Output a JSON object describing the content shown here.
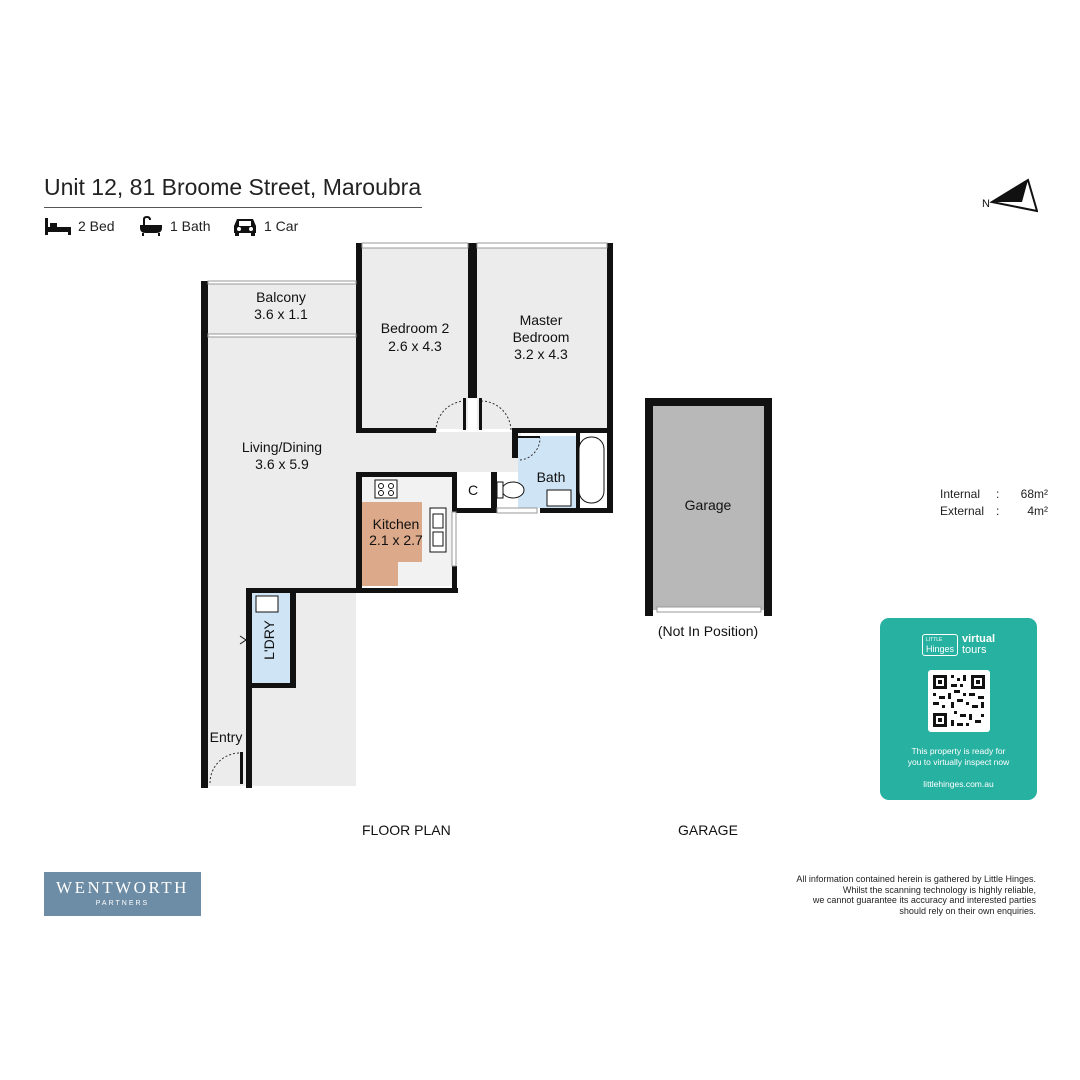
{
  "header": {
    "title": "Unit 12, 81 Broome Street, Maroubra",
    "features": [
      {
        "icon": "bed-icon",
        "label": "2 Bed"
      },
      {
        "icon": "bath-icon",
        "label": "1 Bath"
      },
      {
        "icon": "car-icon",
        "label": "1 Car"
      }
    ]
  },
  "compass": {
    "label": "N"
  },
  "rooms": {
    "balcony": {
      "name": "Balcony",
      "size": "3.6 x 1.1"
    },
    "bedroom2": {
      "name": "Bedroom 2",
      "size": "2.6 x 4.3"
    },
    "master": {
      "name1": "Master",
      "name2": "Bedroom",
      "size": "3.2 x 4.3"
    },
    "living": {
      "name": "Living/Dining",
      "size": "3.6 x 5.9"
    },
    "kitchen": {
      "name": "Kitchen",
      "size": "2.1 x 2.7"
    },
    "bath": {
      "name": "Bath"
    },
    "cupboard": {
      "name": "C"
    },
    "laundry": {
      "name": "L'DRY"
    },
    "entry": {
      "name": "Entry"
    },
    "garage": {
      "name": "Garage",
      "note": "(Not In Position)"
    }
  },
  "areas": [
    {
      "label": "Internal",
      "value": "68m²"
    },
    {
      "label": "External",
      "value": "4m²"
    }
  ],
  "captions": {
    "floor_plan": "FLOOR PLAN",
    "garage": "GARAGE"
  },
  "logo": {
    "name": "WENTWORTH",
    "sub": "PARTNERS"
  },
  "disclaimer": [
    "All information contained herein is gathered by Little Hinges.",
    "Whilst the scanning technology is highly reliable,",
    "we cannot guarantee its accuracy and interested parties",
    "should rely on their own enquiries."
  ],
  "virtual_tour": {
    "brand_small": "LITTLE",
    "brand": "Hinges",
    "product1": "virtual",
    "product2": "tours",
    "message1": "This property is ready for",
    "message2": "you to virtually inspect now",
    "url": "littlehinges.com.au"
  },
  "colors": {
    "floor": "#ececec",
    "kitchen": "#dca98a",
    "bath": "#cfe4f5",
    "garage": "#b8b8b8",
    "wall": "#111111",
    "card": "#27b1a1",
    "logo": "#6d8ca5"
  }
}
